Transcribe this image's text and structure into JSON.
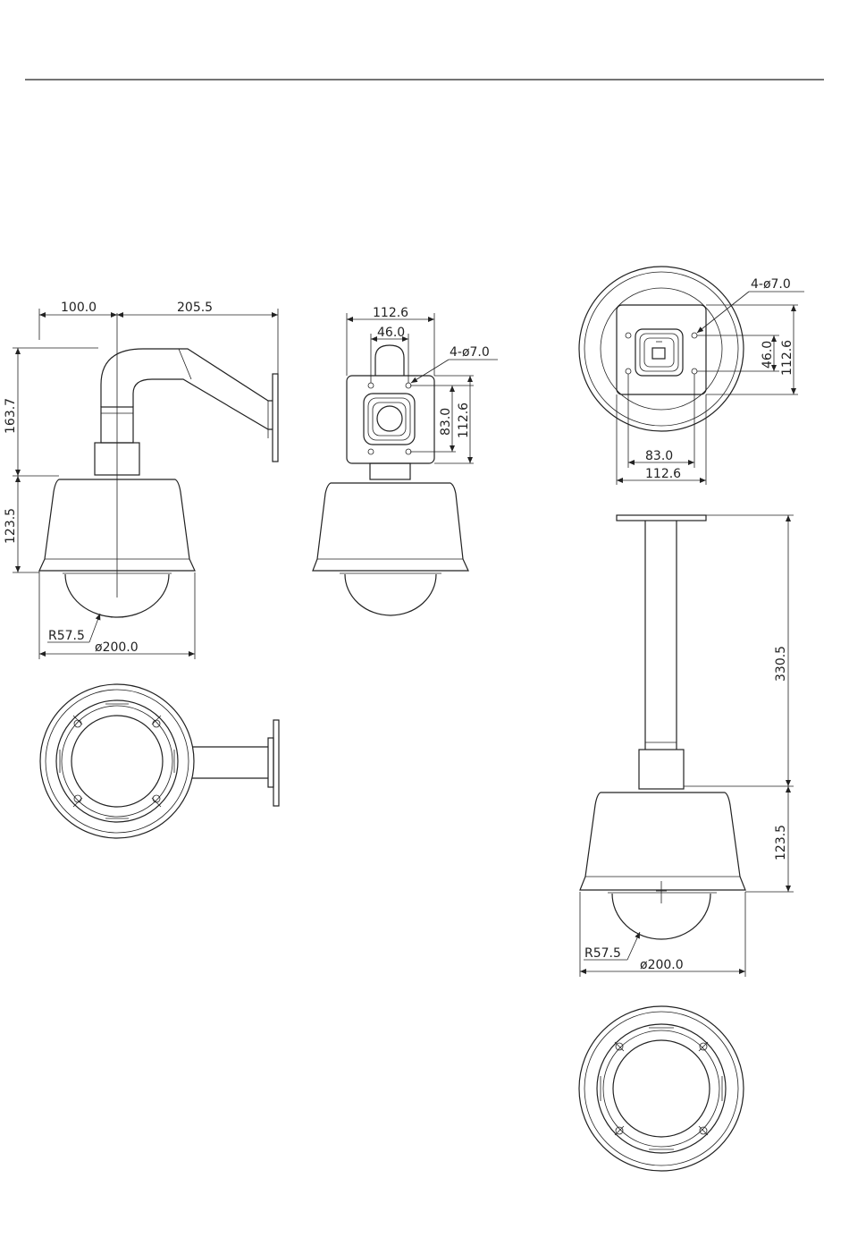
{
  "wall_mount": {
    "arm_offset": "100.0",
    "arm_length": "205.5",
    "arm_height": "163.7",
    "body_height": "123.5",
    "dome_radius": "R57.5",
    "diameter": "ø200.0"
  },
  "wall_plate": {
    "width": "112.6",
    "inner_width": "46.0",
    "holes": "4-ø7.0",
    "inner_height": "83.0",
    "height": "112.6"
  },
  "ceiling_plate": {
    "holes": "4-ø7.0",
    "inner_height": "46.0",
    "height": "112.6",
    "inner_width": "83.0",
    "width": "112.6"
  },
  "pendant_mount": {
    "pole_length": "330.5",
    "body_height": "123.5",
    "dome_radius": "R57.5",
    "diameter": "ø200.0"
  }
}
